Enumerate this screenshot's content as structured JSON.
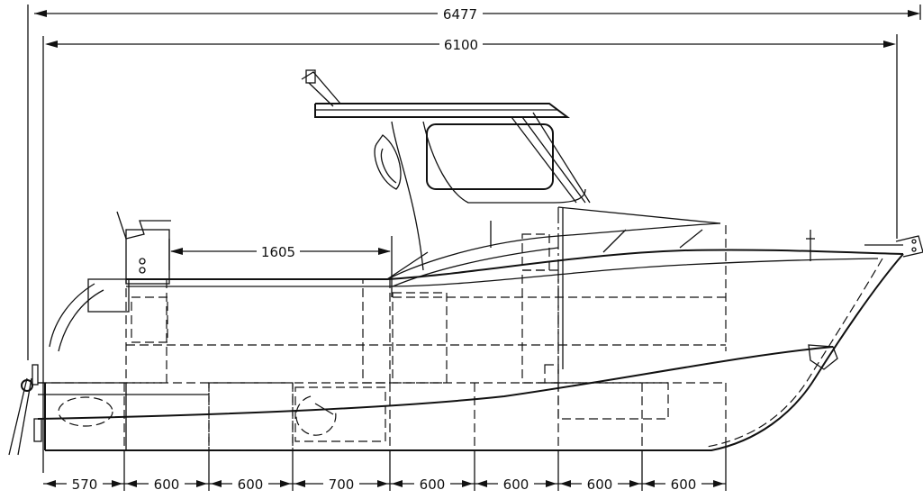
{
  "dimensions": {
    "overall": "6477",
    "hull": "6100",
    "cockpit": "1605",
    "stations": [
      "570",
      "600",
      "600",
      "700",
      "600",
      "600",
      "600",
      "600"
    ]
  }
}
